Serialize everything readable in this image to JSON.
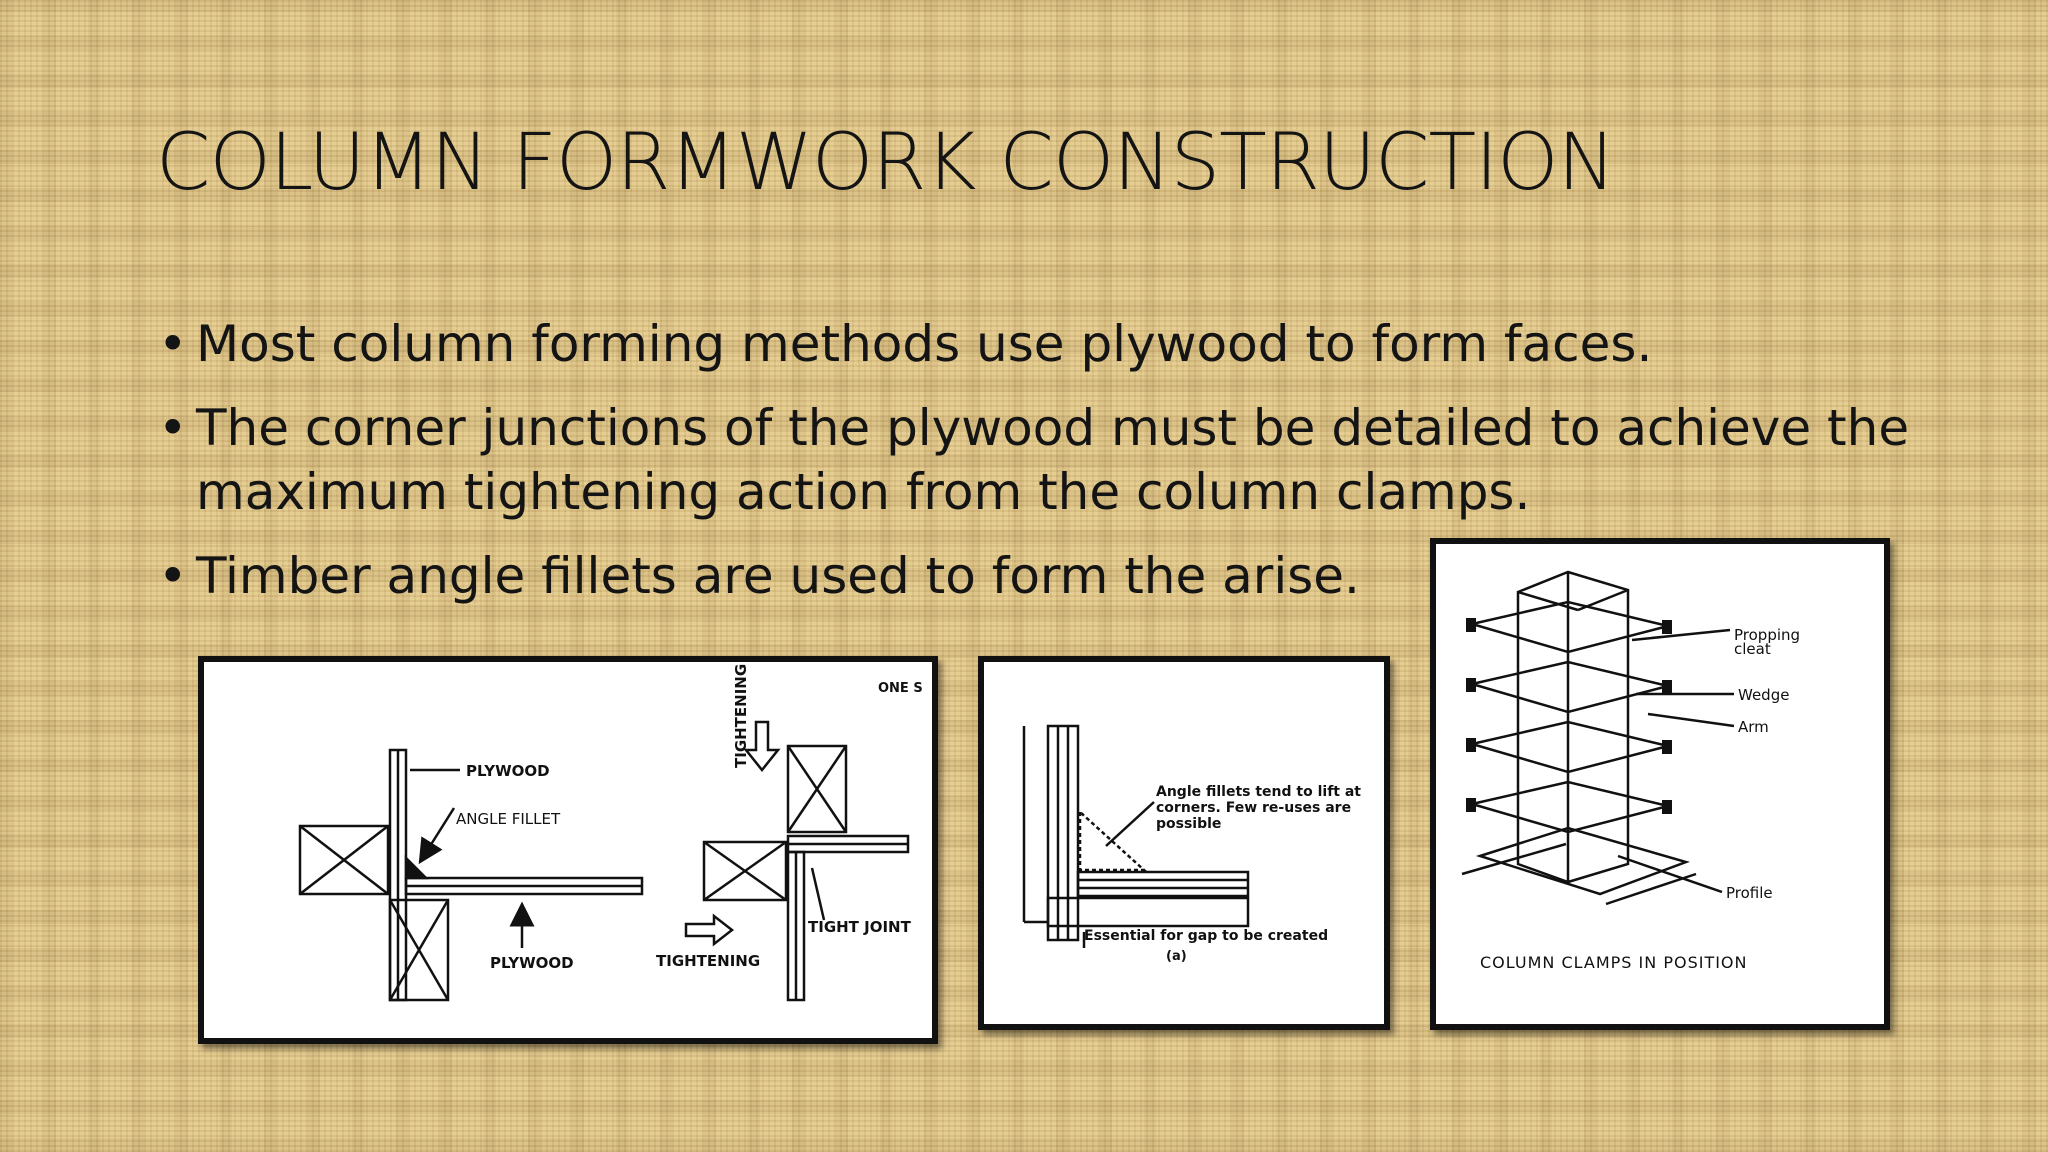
{
  "slide": {
    "title": "COLUMN FORMWORK CONSTRUCTION",
    "bullets": [
      "Most column forming methods use plywood to form faces.",
      "The corner junctions of the plywood must be detailed to achieve the maximum tightening action from the column clamps.",
      "Timber angle fillets are used to form the arise."
    ],
    "bullet_char": "•"
  },
  "figure1": {
    "plywood_top": "PLYWOOD",
    "angle_fillet": "ANGLE FILLET",
    "plywood_bottom": "PLYWOOD",
    "tightening_vertical": "TIGHTENING",
    "tightening_horizontal": "TIGHTENING",
    "tight_joint": "TIGHT JOINT",
    "one_side": "ONE S"
  },
  "figure2": {
    "note_line1": "Angle fillets tend to lift at",
    "note_line2": "corners. Few re-uses are",
    "note_line3": "possible",
    "caption": "Essential for gap to be created",
    "sub": "(a)"
  },
  "figure3": {
    "propping_1": "Propping",
    "propping_2": "cleat",
    "wedge": "Wedge",
    "arm": "Arm",
    "profile": "Profile",
    "caption": "COLUMN CLAMPS IN POSITION"
  }
}
